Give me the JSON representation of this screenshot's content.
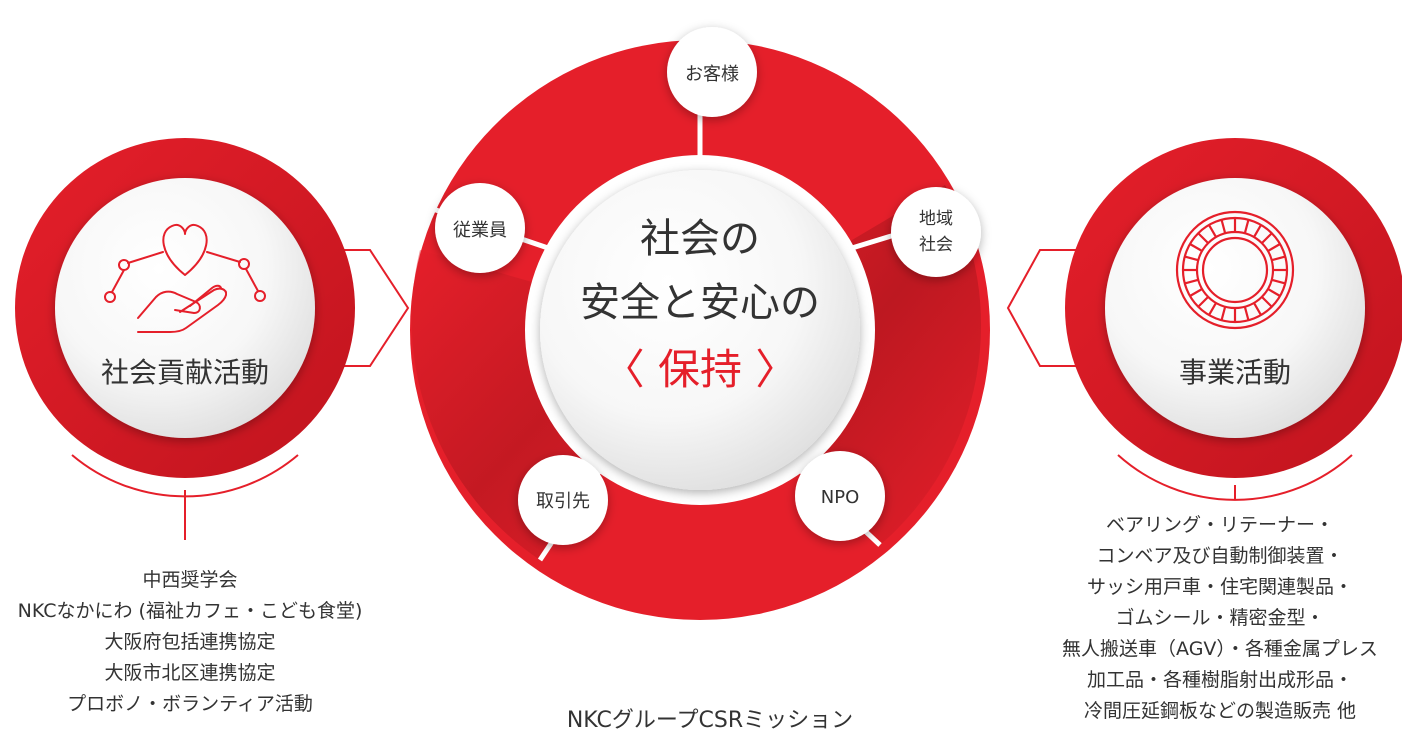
{
  "center": {
    "line1": "社会の",
    "line2": "安全と安心の",
    "line3": "〈 保持 〉"
  },
  "stakeholders": {
    "customers": "お客様",
    "employees": "従業員",
    "community_1": "地域",
    "community_2": "社会",
    "partners": "取引先",
    "npo": "NPO"
  },
  "left": {
    "title": "社会貢献活動",
    "icon": "heart-hand-icon",
    "items": [
      "中西奨学会",
      "NKCなかにわ (福祉カフェ・こども食堂)",
      "大阪府包括連携協定",
      "大阪市北区連携協定",
      "プロボノ・ボランティア活動"
    ]
  },
  "right": {
    "title": "事業活動",
    "icon": "bearing-icon",
    "items": [
      "ベアリング・リテーナー・",
      "コンベア及び自動制御装置・",
      "サッシ用戸車・住宅関連製品・",
      "ゴムシール・精密金型・",
      "無人搬送車（AGV）・各種金属プレス",
      "加工品・各種樹脂射出成形品・",
      "冷間圧延鋼板などの製造販売 他"
    ]
  },
  "caption": "NKCグループCSRミッション",
  "colors": {
    "accent": "#e51f2a",
    "dark": "#a0121a",
    "text": "#333333"
  }
}
